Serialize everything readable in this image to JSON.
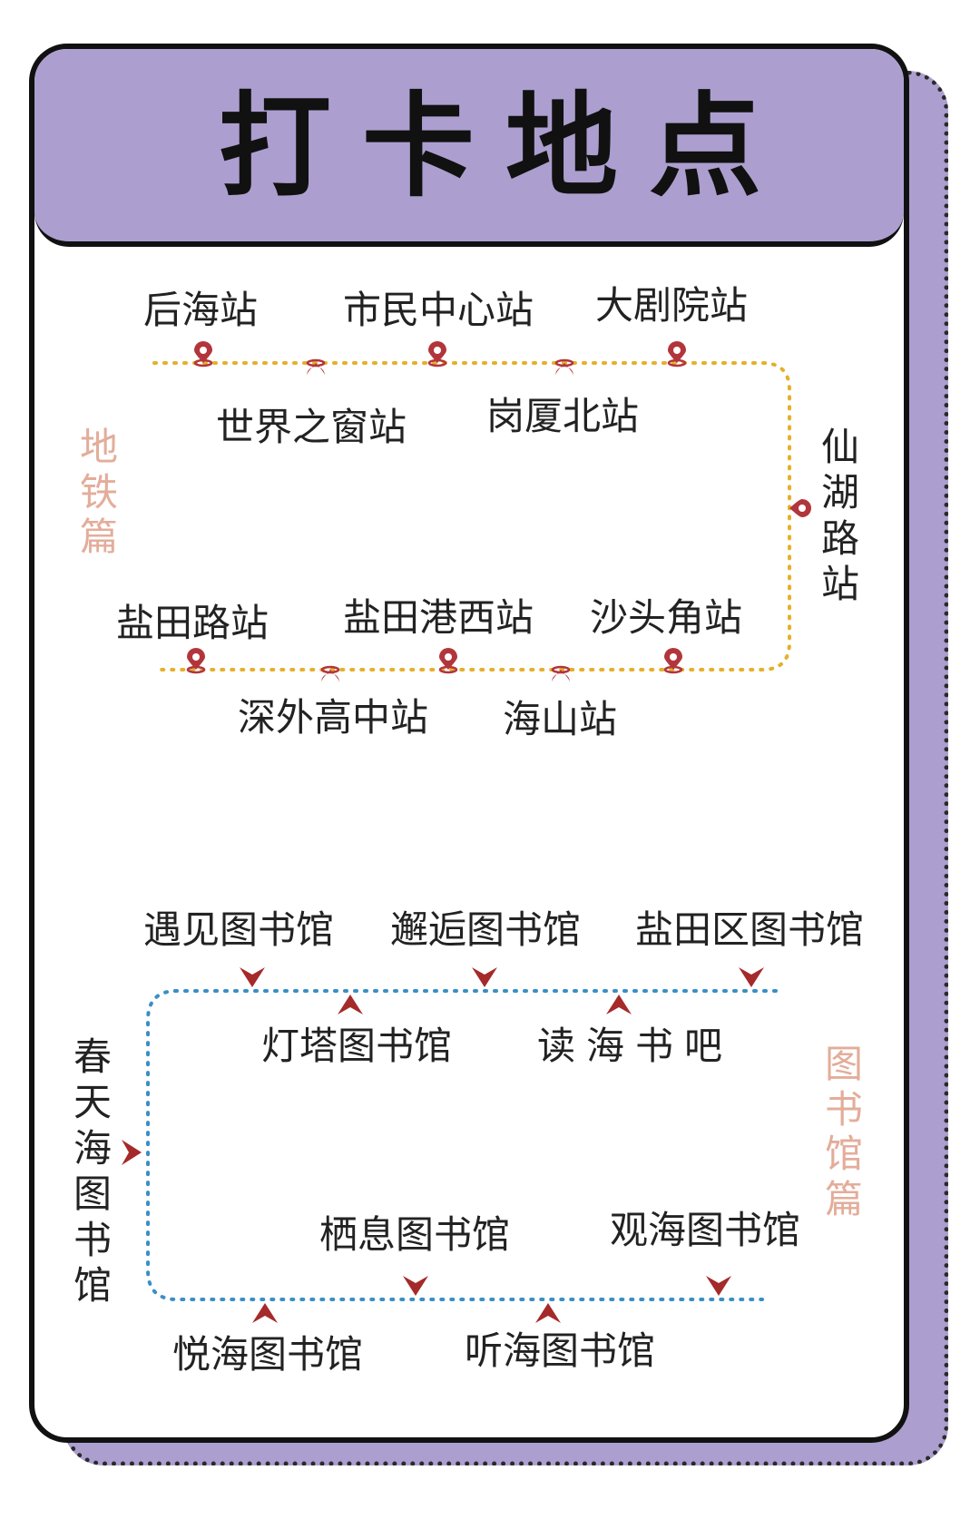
{
  "title": "打卡地点",
  "colors": {
    "card_purple": "#ac9fcf",
    "outline": "#111111",
    "metro_line": "#e5b02a",
    "metro_pin": "#b3353c",
    "library_line": "#3a8fc4",
    "library_arrow": "#a52a2a",
    "section_label": "#e3ad9a"
  },
  "metro": {
    "section_label": "地铁篇",
    "top_stations_above": [
      "后海站",
      "市民中心站",
      "大剧院站"
    ],
    "top_stations_below": [
      "世界之窗站",
      "岗厦北站"
    ],
    "side_station": "仙湖路站",
    "bottom_stations_above": [
      "盐田路站",
      "盐田港西站",
      "沙头角站"
    ],
    "bottom_stations_below": [
      "深外高中站",
      "海山站"
    ],
    "pin_icon": "map-pin-icon"
  },
  "library": {
    "section_label": "图书馆篇",
    "top_above": [
      "遇见图书馆",
      "邂逅图书馆",
      "盐田区图书馆"
    ],
    "top_below": [
      "灯塔图书馆",
      "读海书吧"
    ],
    "side": "春天海图书馆",
    "bottom_above": [
      "栖息图书馆",
      "观海图书馆"
    ],
    "bottom_below": [
      "悦海图书馆",
      "听海图书馆"
    ],
    "arrow_icon": "triangle-arrow-icon"
  }
}
